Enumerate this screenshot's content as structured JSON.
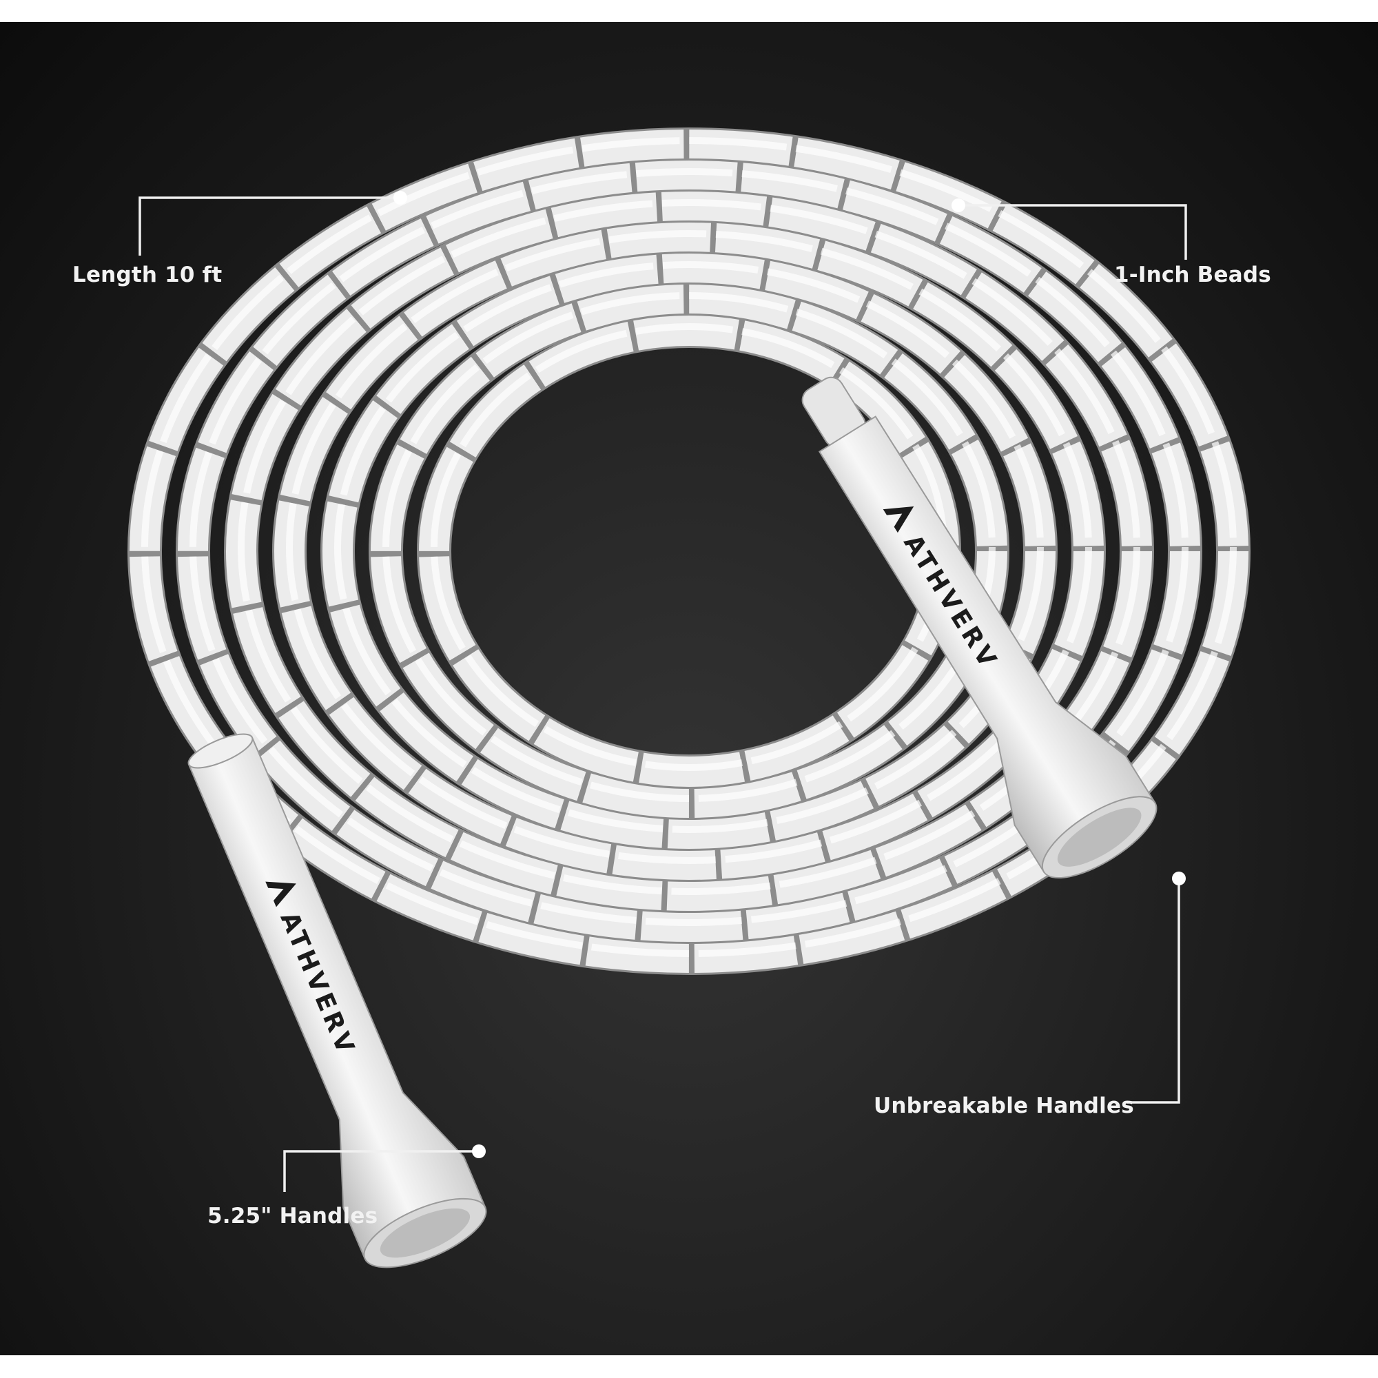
{
  "callouts": {
    "length": "Length 10 ft",
    "beads": "1-Inch Beads",
    "unbreakable": "Unbreakable Handles",
    "handle_size": "5.25\" Handles"
  },
  "brand": "ATHVERV",
  "colors": {
    "background": "#1e1e1e",
    "rope": "#ececec",
    "text": "#f2f2f2"
  }
}
